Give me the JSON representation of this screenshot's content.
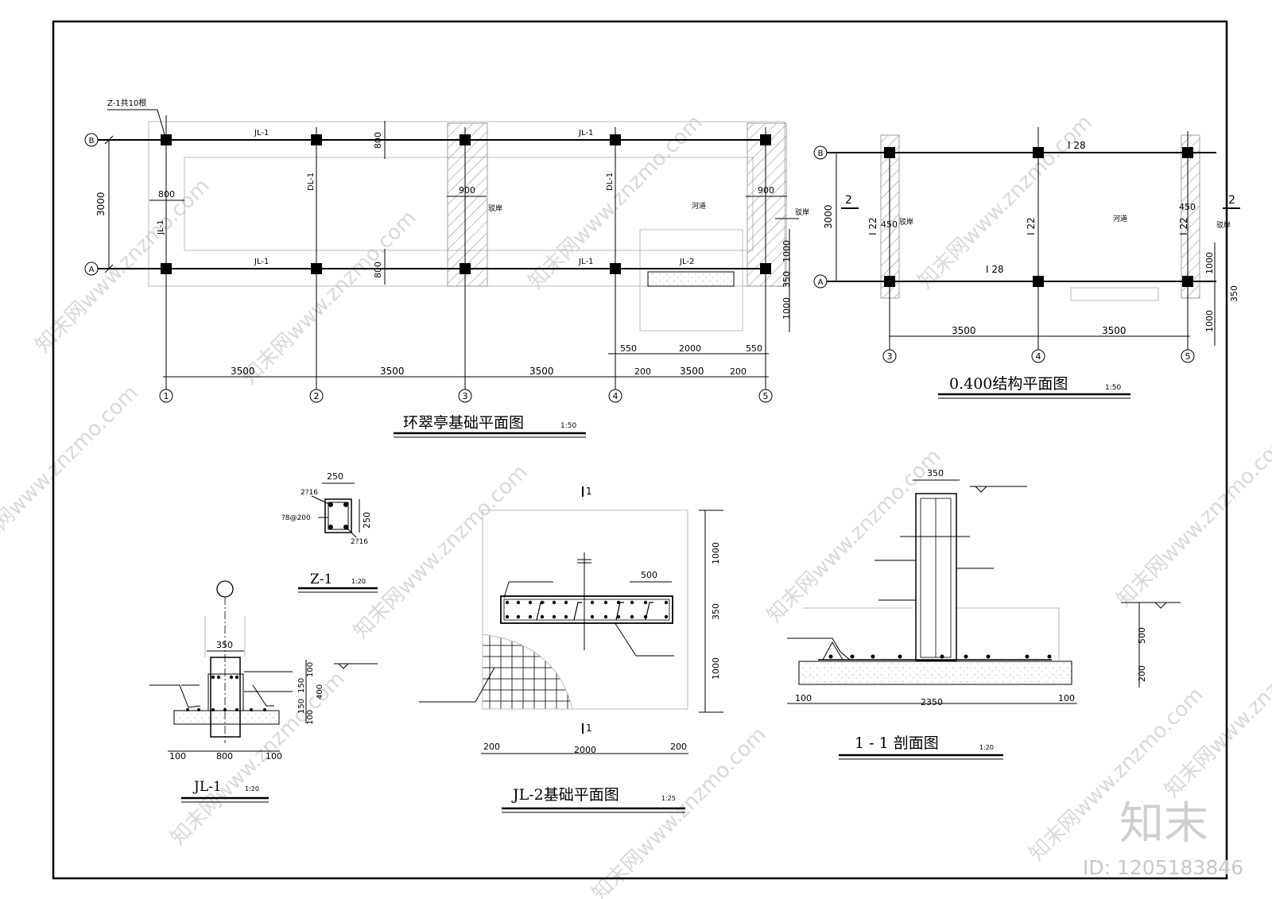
{
  "plan1": {
    "title": "环翠亭基础平面图",
    "scale": "1:50",
    "column_note": "Z-1共10根",
    "beam_jl1": "JL-1",
    "beam_dl1": "DL-1",
    "beam_jl2": "JL-2",
    "river": "河道",
    "bank": "驳岸",
    "axes_h": [
      "1",
      "2",
      "3",
      "4",
      "5"
    ],
    "axes_v": [
      "B",
      "A"
    ],
    "dims": {
      "span": "3500",
      "depth": "3000",
      "w800": "800",
      "w900": "900",
      "w1000": "1000",
      "w350": "350",
      "w550": "550",
      "w2000": "2000",
      "w200": "200"
    }
  },
  "plan2": {
    "title": "0.400结构平面图",
    "scale": "1:50",
    "beam_top": "I 28",
    "beam_bottom": "I 28",
    "beam_side": "I 22",
    "river": "河道",
    "bank": "驳岸",
    "section_mark": "2",
    "axes_h": [
      "3",
      "4",
      "5"
    ],
    "axes_v": [
      "B",
      "A"
    ],
    "dims": {
      "span": "3500",
      "depth": "3000",
      "w450": "450",
      "w1000": "1000",
      "w350": "350"
    }
  },
  "z1": {
    "title": "Z-1",
    "scale": "1:20",
    "size": "250",
    "rebar_top": "2?16",
    "rebar_bottom": "2?16",
    "stirrup": "?8@200"
  },
  "jl1": {
    "title": "JL-1",
    "scale": "1:20",
    "w350": "350",
    "w800": "800",
    "w100": "100",
    "h100": "100",
    "h150": "150",
    "h400": "400"
  },
  "jl2": {
    "title": "JL-2基础平面图",
    "scale": "1:25",
    "cut": "1",
    "w500": "500",
    "w200": "200",
    "w2000": "2000",
    "h1000": "1000",
    "h350": "350"
  },
  "sec11": {
    "title": "1 - 1 剖面图",
    "scale": "1:20",
    "w350": "350",
    "w2350": "2350",
    "w100": "100",
    "h500": "500",
    "h200": "200"
  },
  "watermark": {
    "site": "www.znzmo.com",
    "brand": "知末网",
    "logo": "知末",
    "id": "ID: 1205183846"
  }
}
